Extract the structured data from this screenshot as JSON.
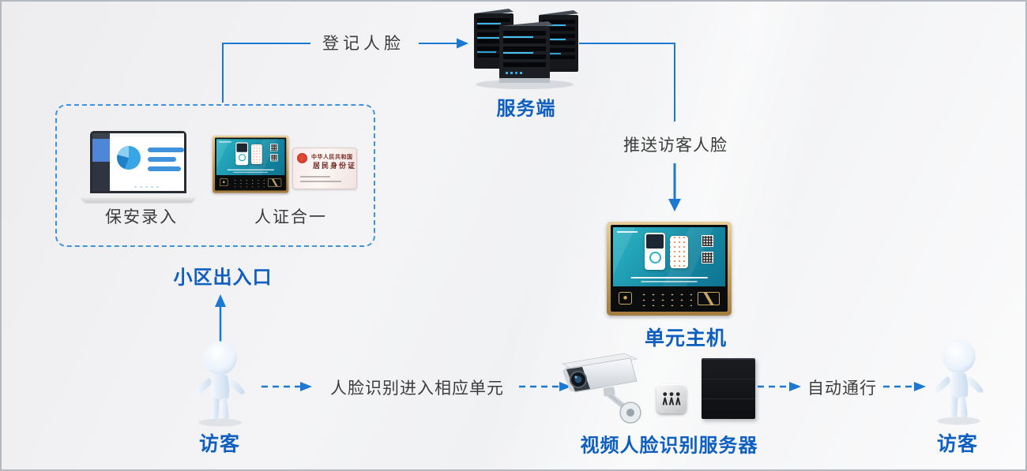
{
  "colors": {
    "label_blue": "#0e5fc0",
    "line_blue": "#1b79d2",
    "dashed_border_blue": "#3f93dd",
    "text_dark": "#3c3c3c",
    "device_gold": "#c5a05c",
    "screen_teal": "#14829e"
  },
  "flow": {
    "register_face": "登记人脸",
    "server": "服务端",
    "push_face": "推送访客人脸",
    "unit_host": "单元主机",
    "entrance": "小区出入口",
    "security_entry": "保安录入",
    "id_unify": "人证合一",
    "visitor_left": "访客",
    "face_recog_enter_unit": "人脸识别进入相应单元",
    "video_face_server": "视频人脸识别服务器",
    "auto_pass": "自动通行",
    "visitor_right": "访客"
  },
  "id_card": {
    "country": "中华人民共和国",
    "title": "居民身份证"
  },
  "icons": {
    "server_stack": "server-stack-icon",
    "laptop": "laptop-dashboard-icon",
    "door_tablet": "door-access-tablet-icon",
    "id_card": "id-card-icon",
    "cctv": "cctv-camera-icon",
    "people_chip": "people-group-icon",
    "server_box": "black-server-icon",
    "visitor_figure": "person-3d-icon"
  }
}
